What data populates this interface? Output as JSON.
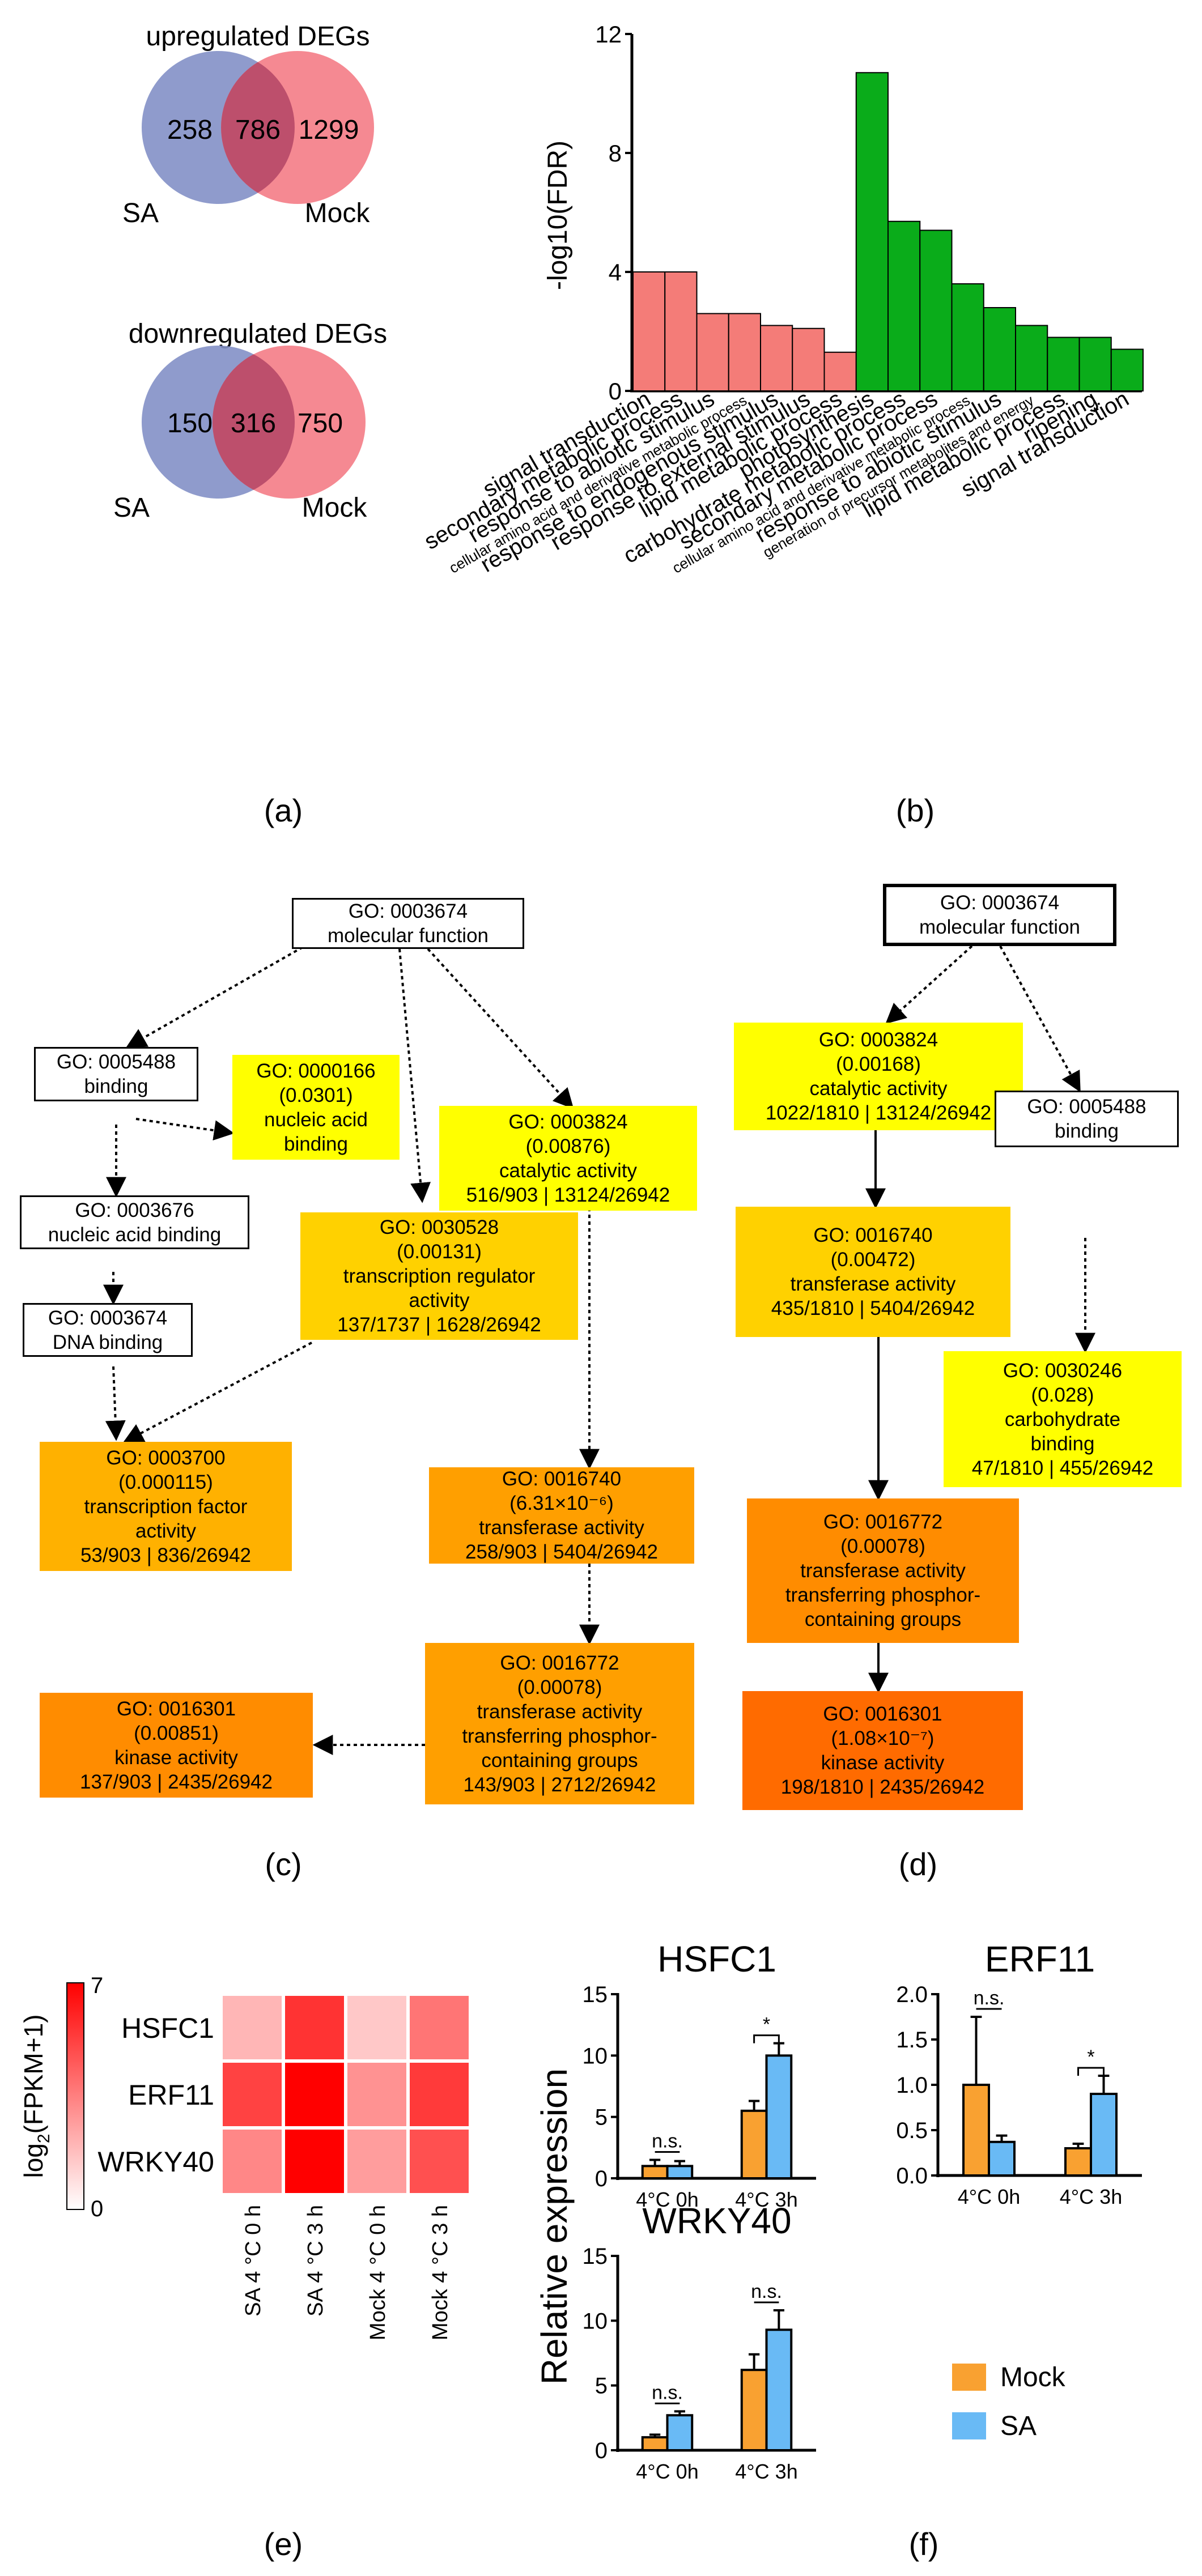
{
  "panel_letters": {
    "a": "(a)",
    "b": "(b)",
    "c": "(c)",
    "d": "(d)",
    "e": "(e)",
    "f": "(f)"
  },
  "colors": {
    "sa_circle": "#8390c7",
    "mock_circle": "#f47c86",
    "overlap": "#bd4f6c",
    "bar_red": "#f47c78",
    "bar_green": "#0aac1a",
    "mock_bar": "#f9a131",
    "sa_bar": "#69baf5",
    "go_yellow": "#ffff00",
    "go_gold": "#ffd100",
    "go_amber": "#ffb100",
    "go_orange": "#ff8c00",
    "go_deep": "#ff6b00",
    "heat_min": "#ffffff",
    "heat_max": "#ff0000"
  },
  "chart_data": [
    {
      "type": "venn",
      "title": "upregulated DEGs",
      "sets": [
        "SA",
        "Mock"
      ],
      "only_SA": "258",
      "overlap": "786",
      "only_Mock": "1299"
    },
    {
      "type": "venn",
      "title": "downregulated DEGs",
      "sets": [
        "SA",
        "Mock"
      ],
      "only_SA": "150",
      "overlap": "316",
      "only_Mock": "750"
    },
    {
      "type": "bar",
      "ylabel": "-log10(FDR)",
      "ylim": [
        0,
        12
      ],
      "yticks": [
        "0",
        "4",
        "8",
        "12"
      ],
      "categories": [
        "signal transduction",
        "secondary metabolic process",
        "response to abiotic stimulus",
        "cellular amino acid and derivative metabolic process",
        "response to endogenous stimulus",
        "response to external stimulus",
        "lipid metabolic process",
        "photosynthesis",
        "carbohydrate metabolic process",
        "secondary metabolic process",
        "cellular amino acid and derivative metabolic process",
        "response to abiotic stimulus",
        "generation of precursor metabolites and energy",
        "lipid metabolic process",
        "ripening",
        "signal transduction"
      ],
      "values": [
        4.0,
        4.0,
        2.6,
        2.6,
        2.2,
        2.1,
        1.3,
        10.7,
        5.7,
        5.4,
        3.6,
        2.8,
        2.2,
        1.8,
        1.8,
        1.4
      ],
      "bar_groups": [
        "red",
        "red",
        "red",
        "red",
        "red",
        "red",
        "red",
        "green",
        "green",
        "green",
        "green",
        "green",
        "green",
        "green",
        "green",
        "green"
      ]
    },
    {
      "type": "heatmap",
      "legend_label": "log2(FPKM+1)",
      "legend_ticks": [
        "7",
        "0"
      ],
      "scale": [
        0,
        7
      ],
      "rows": [
        "HSFC1",
        "ERF11",
        "WRKY40"
      ],
      "columns": [
        "SA 4 °C 0 h",
        "SA 4 °C 3 h",
        "Mock 4 °C 0 h",
        "Mock 4 °C 3 h"
      ],
      "values": [
        [
          2.0,
          5.6,
          1.5,
          3.8
        ],
        [
          5.2,
          7.0,
          3.0,
          5.4
        ],
        [
          3.3,
          7.0,
          2.7,
          4.8
        ]
      ]
    },
    {
      "type": "bar",
      "ylabel": "Relative expression",
      "series_names": [
        "Mock",
        "SA"
      ],
      "panels": [
        {
          "title": "HSFC1",
          "ylim": [
            0,
            15
          ],
          "yticks": [
            "0",
            "5",
            "10",
            "15"
          ],
          "categories": [
            "4°C 0h",
            "4°C 3h"
          ],
          "series": [
            {
              "name": "Mock",
              "values": [
                1.0,
                5.5
              ],
              "errors": [
                0.5,
                0.8
              ]
            },
            {
              "name": "SA",
              "values": [
                1.0,
                10.0
              ],
              "errors": [
                0.4,
                1.0
              ]
            }
          ],
          "annotations": [
            "n.s.",
            "*"
          ]
        },
        {
          "title": "ERF11",
          "ylim": [
            0,
            2.0
          ],
          "yticks": [
            "0.0",
            "0.5",
            "1.0",
            "1.5",
            "2.0"
          ],
          "categories": [
            "4°C 0h",
            "4°C 3h"
          ],
          "series": [
            {
              "name": "Mock",
              "values": [
                1.0,
                0.3
              ],
              "errors": [
                0.75,
                0.05
              ]
            },
            {
              "name": "SA",
              "values": [
                0.37,
                0.9
              ],
              "errors": [
                0.07,
                0.2
              ]
            }
          ],
          "annotations": [
            "n.s.",
            "*"
          ]
        },
        {
          "title": "WRKY40",
          "ylim": [
            0,
            15
          ],
          "yticks": [
            "0",
            "5",
            "10",
            "15"
          ],
          "categories": [
            "4°C 0h",
            "4°C 3h"
          ],
          "series": [
            {
              "name": "Mock",
              "values": [
                1.0,
                6.2
              ],
              "errors": [
                0.2,
                1.2
              ]
            },
            {
              "name": "SA",
              "values": [
                2.7,
                9.3
              ],
              "errors": [
                0.3,
                1.5
              ]
            }
          ],
          "annotations": [
            "n.s.",
            "n.s."
          ]
        }
      ]
    }
  ],
  "go_c": [
    {
      "lines": [
        "GO: 0003674",
        "molecular function"
      ]
    },
    {
      "lines": [
        "GO: 0005488",
        "binding"
      ]
    },
    {
      "lines": [
        "GO: 0000166",
        "(0.0301)",
        "nucleic acid",
        "binding"
      ]
    },
    {
      "lines": [
        "GO: 0003824",
        "(0.00876)",
        "catalytic activity",
        "516/903 | 13124/26942"
      ]
    },
    {
      "lines": [
        "GO: 0003676",
        "nucleic acid binding"
      ]
    },
    {
      "lines": [
        "GO: 0003674",
        "DNA binding"
      ]
    },
    {
      "lines": [
        "GO: 0030528",
        "(0.00131)",
        "transcription regulator",
        "activity",
        "137/1737 | 1628/26942"
      ]
    },
    {
      "lines": [
        "GO: 0003700",
        "(0.000115)",
        "transcription factor",
        "activity",
        "53/903 | 836/26942"
      ]
    },
    {
      "lines": [
        "GO: 0016740",
        "(6.31×10⁻⁶)",
        "transferase activity",
        "258/903 | 5404/26942"
      ]
    },
    {
      "lines": [
        "GO: 0016772",
        "(0.00078)",
        "transferase activity",
        "transferring phosphor-",
        "containing groups",
        "143/903 | 2712/26942"
      ]
    },
    {
      "lines": [
        "GO: 0016301",
        "(0.00851)",
        "kinase activity",
        "137/903 | 2435/26942"
      ]
    }
  ],
  "go_d": [
    {
      "lines": [
        "GO: 0003674",
        "molecular function"
      ]
    },
    {
      "lines": [
        "GO: 0003824",
        "(0.00168)",
        "catalytic activity",
        "1022/1810 | 13124/26942"
      ]
    },
    {
      "lines": [
        "GO: 0005488",
        "binding"
      ]
    },
    {
      "lines": [
        "GO: 0016740",
        "(0.00472)",
        "transferase activity",
        "435/1810 | 5404/26942"
      ]
    },
    {
      "lines": [
        "GO: 0030246",
        "(0.028)",
        "carbohydrate",
        "binding",
        "47/1810 | 455/26942"
      ]
    },
    {
      "lines": [
        "GO: 0016772",
        "(0.00078)",
        "transferase activity",
        "transferring phosphor-",
        "containing groups"
      ]
    },
    {
      "lines": [
        "GO: 0016301",
        "(1.08×10⁻⁷)",
        "kinase activity",
        "198/1810 | 2435/26942"
      ]
    }
  ]
}
